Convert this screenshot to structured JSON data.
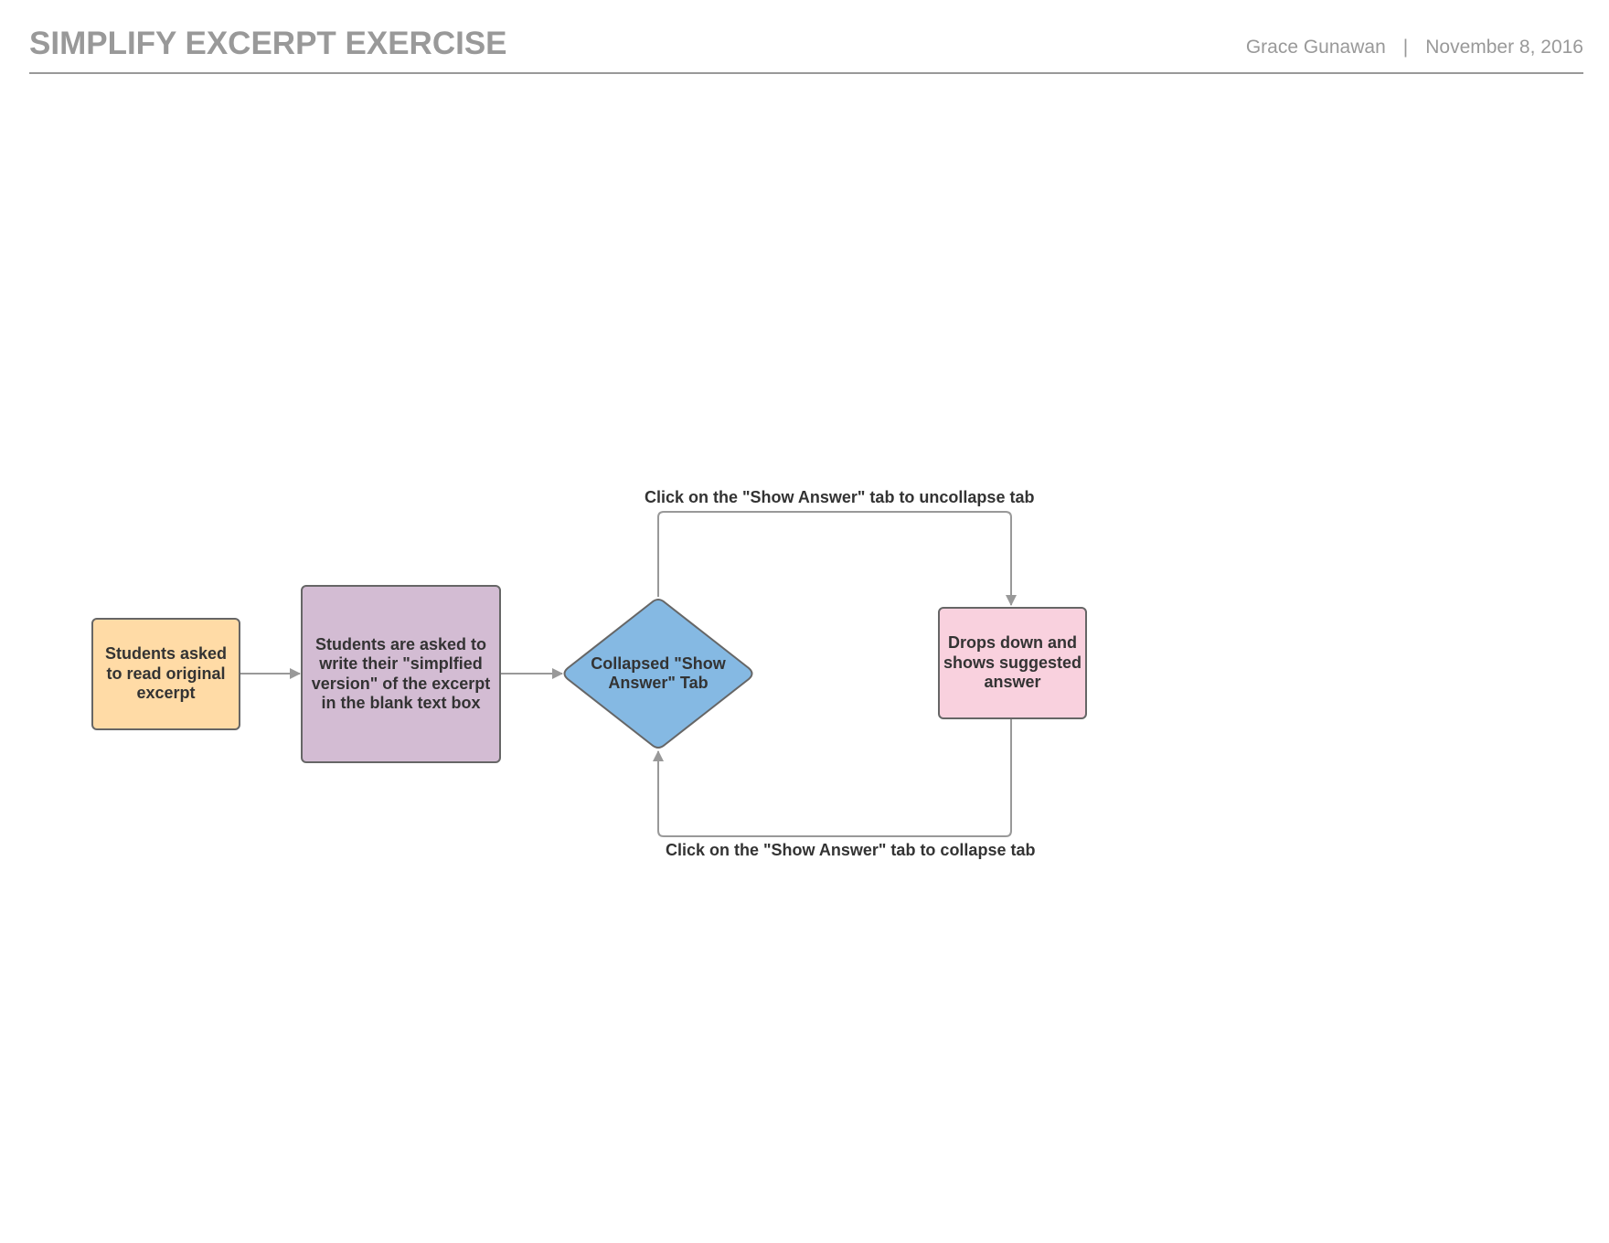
{
  "header": {
    "title": "SIMPLIFY EXCERPT EXERCISE",
    "author": "Grace Gunawan",
    "separator": "|",
    "date": "November 8, 2016"
  },
  "diagram": {
    "nodes": {
      "read": {
        "label": "Students asked to read original excerpt",
        "shape": "rounded-rect",
        "fill": "#FFDBA6"
      },
      "write": {
        "label": "Students are asked to write their \"simplfied version\" of the excerpt in the blank text box",
        "shape": "rounded-rect",
        "fill": "#D3BCD3"
      },
      "tab": {
        "label": "Collapsed \"Show Answer\" Tab",
        "shape": "diamond",
        "fill": "#85B9E3"
      },
      "dropdown": {
        "label": "Drops down and shows suggested answer",
        "shape": "rounded-rect",
        "fill": "#F9D1DE"
      }
    },
    "edges": [
      {
        "from": "read",
        "to": "write",
        "label": ""
      },
      {
        "from": "write",
        "to": "tab",
        "label": ""
      },
      {
        "from": "tab",
        "to": "dropdown",
        "label": "Click on the \"Show Answer\" tab to uncollapse tab"
      },
      {
        "from": "dropdown",
        "to": "tab",
        "label": "Click on the \"Show Answer\" tab to collapse tab"
      }
    ],
    "colors": {
      "stroke": "#666666",
      "connector": "#999999",
      "text": "#333333",
      "header_text": "#999999"
    }
  }
}
